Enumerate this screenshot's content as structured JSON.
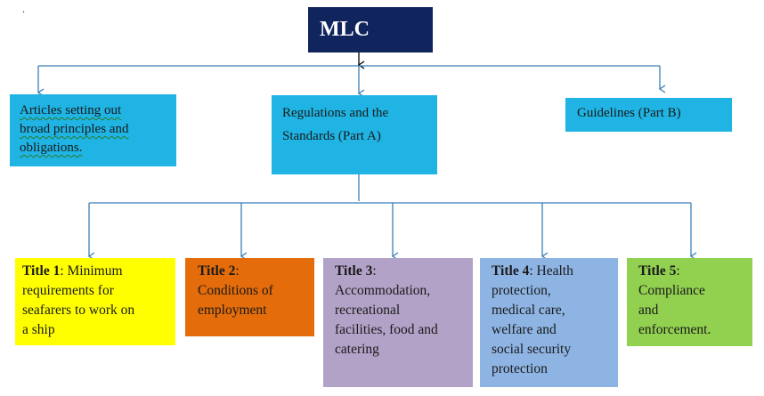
{
  "dot": ".",
  "root": {
    "label": "MLC"
  },
  "level2": [
    {
      "id": "articles",
      "lines": [
        "Articles setting out",
        "broad principles and",
        "obligations."
      ]
    },
    {
      "id": "regulations",
      "lines": [
        "Regulations and the",
        "Standards (Part A)"
      ]
    },
    {
      "id": "guidelines",
      "lines": [
        "Guidelines (Part B)"
      ]
    }
  ],
  "titles": [
    {
      "id": "t1",
      "heading": "Title 1",
      "text_first": ": Minimum",
      "lines": [
        "requirements for",
        "seafarers to work on",
        "a ship"
      ]
    },
    {
      "id": "t2",
      "heading": "Title 2",
      "text_first": ":",
      "lines": [
        "Conditions of",
        "employment"
      ]
    },
    {
      "id": "t3",
      "heading": "Title 3",
      "text_first": ":",
      "lines": [
        "Accommodation,",
        "recreational",
        "facilities, food and",
        "catering"
      ]
    },
    {
      "id": "t4",
      "heading": "Title 4",
      "text_first": ": Health",
      "lines": [
        "protection,",
        "medical care,",
        "welfare and",
        "social security",
        "protection"
      ]
    },
    {
      "id": "t5",
      "heading": "Title 5",
      "text_first": ":",
      "lines": [
        "Compliance",
        "and",
        "enforcement."
      ]
    }
  ],
  "colors": {
    "root": "#10255e",
    "level2": "#1fb4e3",
    "title1": "#ffff00",
    "title2": "#e46c0a",
    "title3": "#b2a2c7",
    "title4": "#8eb4e3",
    "title5": "#92d050",
    "connector": "#3a7fb6"
  }
}
